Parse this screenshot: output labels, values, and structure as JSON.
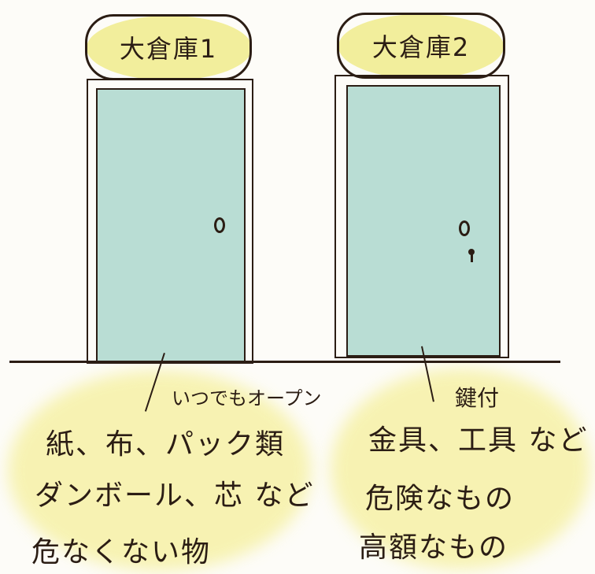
{
  "storeroom_1": {
    "title": "大倉庫1",
    "access_note": "いつでもオープン",
    "items": [
      "紙、布、パック類",
      "ダンボール、芯 など",
      "危なくない物"
    ]
  },
  "storeroom_2": {
    "title": "大倉庫2",
    "access_note": "鍵付",
    "items": [
      "金具、工具 など",
      "危険なもの",
      "高額なもの"
    ]
  },
  "colors": {
    "door": "#b9ddd4",
    "highlight": "#f6f1a6",
    "ink": "#2b1d14"
  }
}
